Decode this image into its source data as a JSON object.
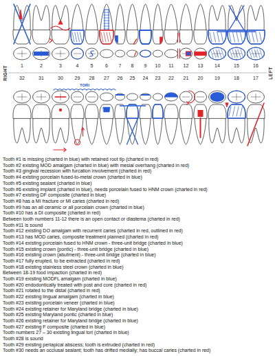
{
  "diagram": {
    "labels": [
      "RIGHT",
      "1",
      "2",
      "3",
      "4",
      "5",
      "6",
      "7",
      "8",
      "9",
      "10",
      "11",
      "12",
      "13",
      "14",
      "15",
      "16",
      "LEFT",
      "32",
      "31",
      "30",
      "29",
      "28",
      "27",
      "26",
      "25",
      "24",
      "23",
      "22",
      "21",
      "20",
      "19",
      "18",
      "17",
      "TORI",
      "Tooth #1 is missing (charted in blue) with retained root tip (charted in red)",
      "Tooth #2 existing MOD amalgam (charted in blue) with mesial overhang (charted in red)",
      "Tooth #3 gingival recession with furcation involvement (charted in red)",
      "Tooth #4 existing porcelain fused-to-metal crown (charted in blue)",
      "Tooth #5 existing sealant (charted in blue)",
      "Tooth #6 existing implant (charted in blue), needs porcelain fused to HNM crown (charted in red)",
      "Tooth #7 existing DF composite (charted in blue)",
      "Tooth #8 has a MI fracture or MI caries (charted in red)",
      "Tooth #9 has an all ceramic or all porcelain crown (charted in blue)",
      "Tooth #10 has a DI composite (charted in red)",
      "Between tooth numbers 11-12 there is an open contact or diastema (charted in red)",
      "Tooth #11 is sound",
      "Tooth #12 existing DO amalgam with recurrent caries (charted in red, outlined in red)",
      "Tooth #13 has MOD caries, composite treatment planned (charted in red)",
      "Tooth #14 existing porcelain fused to HNM crown - three-unit bridge (charted in blue)",
      "Tooth #15 existing crown (pontic) - three-unit bridge (charted in blue)",
      "Tooth #16 existing crown (abutment) - three-unit bridge (charted in blue)",
      "Tooth #17 fully erupted, to be extracted (charted in red)",
      "Tooth #18 existing stainless steel crown (charted in blue)",
      "Between 18-19 food impaction (charted in red)",
      "Tooth #19 existing MODFL amalgam (charted in blue)",
      "Tooth #20 endodontically treated with post and core (charted in red)",
      "Tooth #21 rotated to the distal (charted in red)",
      "Tooth #22 existing lingual amalgam (charted in blue)",
      "Tooth #23 existing porcelain veneer (charted in blue)",
      "Tooth #24 existing retainer for Maryland bridge (charted in blue)",
      "Tooth #25 existing Maryland pontic (charted in blue)",
      "Tooth #26 existing retainer for Maryland bridge (charted in blue)",
      "Tooth #27 existing F composite (charted in blue)",
      "Tooth numbers 27 – 30 existing lingual tori (charted in blue)",
      "Tooth #28 is sound",
      "Tooth #29 existing periapical abscess; tooth is extruded (charted in red)",
      "Tooth #30 needs an occlusal sealant; tooth has drifted medially; has buccal caries (charted in red)"
    ]
  }
}
